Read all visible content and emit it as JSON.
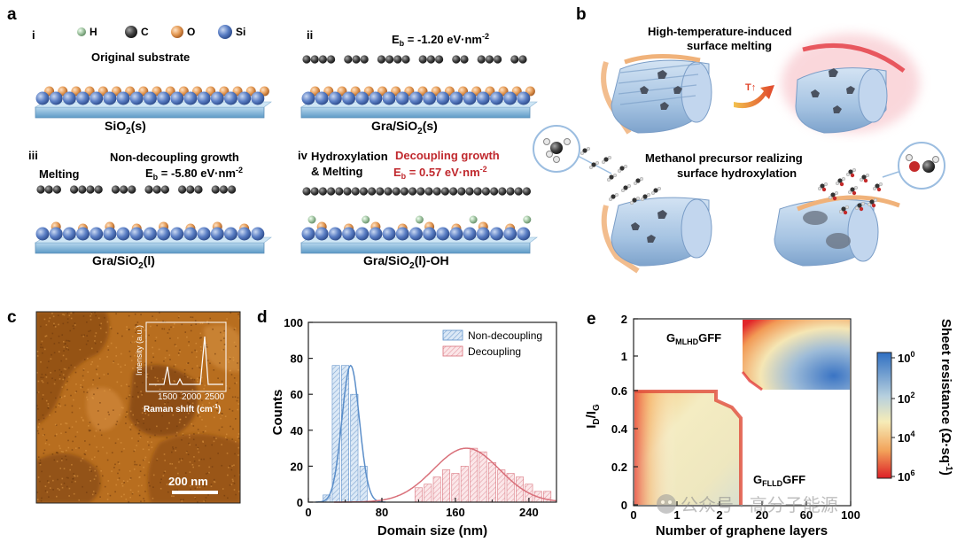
{
  "panel_a": {
    "label": "a",
    "legend": [
      "H",
      "C",
      "O",
      "Si"
    ],
    "sub_i": {
      "roman": "i",
      "title": "Original substrate",
      "caption": "SiO",
      "caption_sub": "2",
      "caption_tail": "(s)"
    },
    "sub_ii": {
      "roman": "ii",
      "energy": "E",
      "energy_sub": "b",
      "energy_val": " = -1.20 eV·nm",
      "energy_sup": "-2",
      "caption": "Gra/SiO",
      "caption_sub": "2",
      "caption_tail": "(s)"
    },
    "sub_iii": {
      "roman": "iii",
      "growth": "Non-decoupling growth",
      "left_label": "Melting",
      "energy": "E",
      "energy_sub": "b",
      "energy_val": " = -5.80 eV·nm",
      "energy_sup": "-2",
      "caption": "Gra/SiO",
      "caption_sub": "2",
      "caption_tail": "(l)"
    },
    "sub_iv": {
      "roman": "iv",
      "left_label_1": "Hydroxylation",
      "left_label_2": "& Melting",
      "growth": "Decoupling growth",
      "energy": "E",
      "energy_sub": "b",
      "energy_val": " = 0.57 eV·nm",
      "energy_sup": "-2",
      "caption": "Gra/SiO",
      "caption_sub": "2",
      "caption_tail": "(l)-OH"
    }
  },
  "panel_b": {
    "label": "b",
    "top_title_1": "High-temperature-induced",
    "top_title_2": "surface melting",
    "bottom_title_1": "Methanol precursor realizing",
    "bottom_title_2": "surface hydroxylation",
    "arrow_symbol": "T↑"
  },
  "panel_c": {
    "label": "c",
    "scale_bar": "200 nm",
    "inset_ylabel": "Intensity (a.u.)",
    "inset_xlabel": "Raman shift (cm",
    "inset_xlabel_sup": "-1",
    "inset_xlabel_tail": ")",
    "inset_ticks": [
      "1500",
      "2000",
      "2500"
    ]
  },
  "panel_d": {
    "label": "d",
    "chart_data": {
      "type": "bar",
      "xlabel": "Domain size (nm)",
      "ylabel": "Counts",
      "xlim": [
        0,
        270
      ],
      "ylim": [
        0,
        100
      ],
      "xticks": [
        0,
        80,
        160,
        240
      ],
      "yticks": [
        0,
        20,
        40,
        60,
        80,
        100
      ],
      "legend_position": "top-right",
      "bin_width": 10,
      "series": [
        {
          "name": "Non-decoupling",
          "color": "#5b8ec9",
          "x": [
            20,
            30,
            40,
            50,
            60
          ],
          "values": [
            4,
            76,
            76,
            60,
            20
          ]
        },
        {
          "name": "Decoupling",
          "color": "#d9707a",
          "x": [
            120,
            130,
            140,
            150,
            160,
            170,
            180,
            190,
            200,
            210,
            220,
            230,
            240,
            250,
            260
          ],
          "values": [
            8,
            10,
            14,
            18,
            16,
            20,
            30,
            28,
            22,
            18,
            16,
            14,
            10,
            6,
            6
          ]
        }
      ],
      "fits": [
        {
          "series": "Non-decoupling",
          "mean": 46,
          "sigma": 9.5,
          "peak": 76
        },
        {
          "series": "Decoupling",
          "mean": 172,
          "sigma": 36,
          "peak": 30
        }
      ]
    }
  },
  "panel_e": {
    "label": "e",
    "chart_data": {
      "type": "heatmap",
      "xlabel": "Number of graphene layers",
      "ylabel": "I",
      "ylabel_sub_1": "D",
      "ylabel_mid": "/I",
      "ylabel_sub_2": "G",
      "x_ticks": [
        "0",
        "1",
        "2",
        "20",
        "60",
        "100"
      ],
      "y_ticks": [
        "0",
        "0.2",
        "0.4",
        "0.6",
        "1",
        "2"
      ],
      "colorbar_title": "Sheet resistance (Ω·sq",
      "colorbar_title_sup": "-1",
      "colorbar_title_tail": ")",
      "colorbar_ticks": [
        {
          "base": "10",
          "exp": "0"
        },
        {
          "base": "10",
          "exp": "2"
        },
        {
          "base": "10",
          "exp": "4"
        },
        {
          "base": "10",
          "exp": "6"
        }
      ],
      "regions": [
        {
          "name": "G",
          "sub": "MLHD",
          "tail": "GFF",
          "label": "G_MLHD GFF"
        },
        {
          "name": "G",
          "sub": "FLLD",
          "tail": "GFF",
          "label": "G_FLLD GFF"
        }
      ],
      "colors": {
        "low": "#3a74c4",
        "mid": "#f5e8b0",
        "high": "#e0262a"
      }
    }
  },
  "watermark": "公众号 · 高分子能源"
}
